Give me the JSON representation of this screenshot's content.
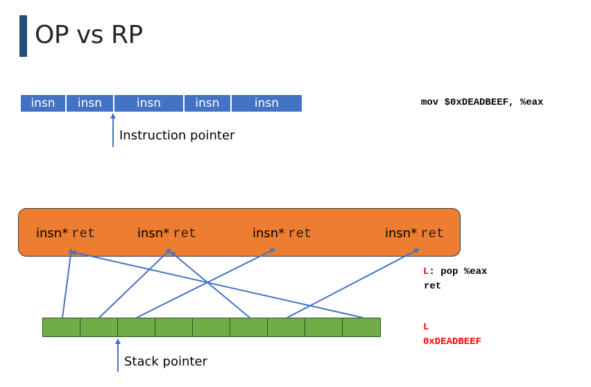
{
  "title": "OP vs RP",
  "instructions": [
    "insn",
    "insn",
    "insn",
    "insn",
    "insn"
  ],
  "instruction_pointer_label": "Instruction pointer",
  "code_top": "mov $0xDEADBEEF, %eax",
  "gadgets": [
    {
      "insn": "insn*",
      "ret": "ret"
    },
    {
      "insn": "insn*",
      "ret": "ret"
    },
    {
      "insn": "insn*",
      "ret": "ret"
    },
    {
      "insn": "insn*",
      "ret": "ret"
    }
  ],
  "gadget_code": {
    "label": "L",
    "colon_instr": ": pop %eax",
    "ret": "ret"
  },
  "stack_values": {
    "label": "L",
    "value": "0xDEADBEEF"
  },
  "stack_cell_count": 9,
  "stack_pointer_label": "Stack pointer",
  "colors": {
    "instruction_bar": "#4472c4",
    "gadget_box": "#ed7d31",
    "stack": "#70ad47",
    "arrow": "#4472c4",
    "highlight": "#ff0000"
  }
}
